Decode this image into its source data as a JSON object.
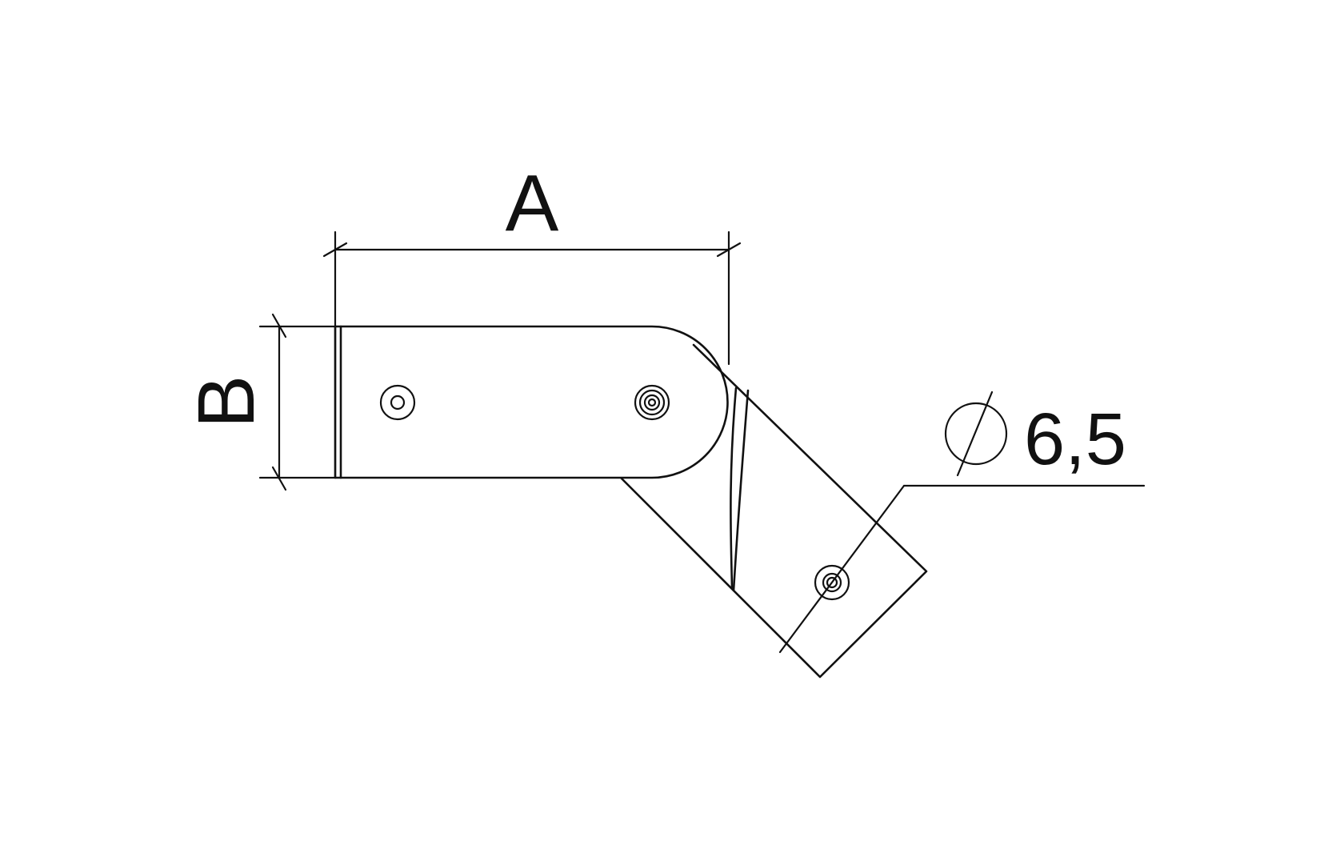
{
  "labels": {
    "dimension_a": "A",
    "dimension_b": "B",
    "hole_diameter": "6,5",
    "diameter_symbol": "∅"
  },
  "colors": {
    "line": "#111111",
    "background": "#ffffff"
  }
}
